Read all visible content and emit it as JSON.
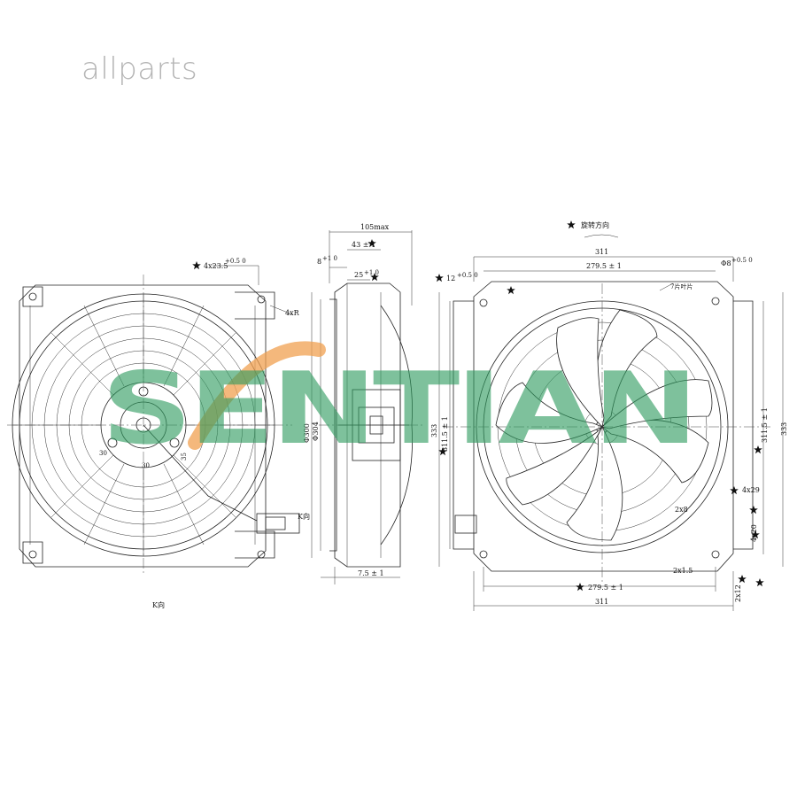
{
  "brand": "allparts",
  "watermark": {
    "text": "SENTIAN",
    "color": "#2f9b60",
    "swoosh_color": "#f0a050"
  },
  "icons": {
    "star": "star-icon"
  },
  "left_view": {
    "label_bottom": "K向",
    "dim_holes": "4x23.5",
    "dim_holes_tol": "+0.5 0",
    "dim_slot": "4xR",
    "dim_small_a": "30",
    "dim_small_b": "35",
    "dim_small_c": "30"
  },
  "side_view": {
    "dim_top": "105max",
    "dim_43": "43 ± 1",
    "dim_8": "8",
    "dim_8_tol": "+1 0",
    "dim_25": "25",
    "dim_25_tol": "+1 0",
    "dim_dia300": "Φ300",
    "dim_dia304": "Φ304",
    "dim_7_5": "7.5 ± 1",
    "label_k": "K向"
  },
  "right_view": {
    "rotation_label": "旋转方向",
    "dim_311_top": "311",
    "dim_279_top": "279.5 ± 1",
    "dim_phi8": "Φ8",
    "dim_phi8_tol": "+0.5 0",
    "dim_12": "12",
    "dim_12_tol": "+0.5 0",
    "blades_label": "7片叶片",
    "dim_333_left": "333",
    "dim_311_left": "311.5 ± 1",
    "dim_311_right": "311.5 ± 1",
    "dim_333_right": "333",
    "dim_4x29": "4x29",
    "dim_2x8": "2x8",
    "dim_4x20": "4x20",
    "dim_2x1_5": "2x1.5",
    "dim_2x12": "2x12",
    "dim_279_bottom": "279.5 ± 1",
    "dim_311_bottom": "311"
  }
}
